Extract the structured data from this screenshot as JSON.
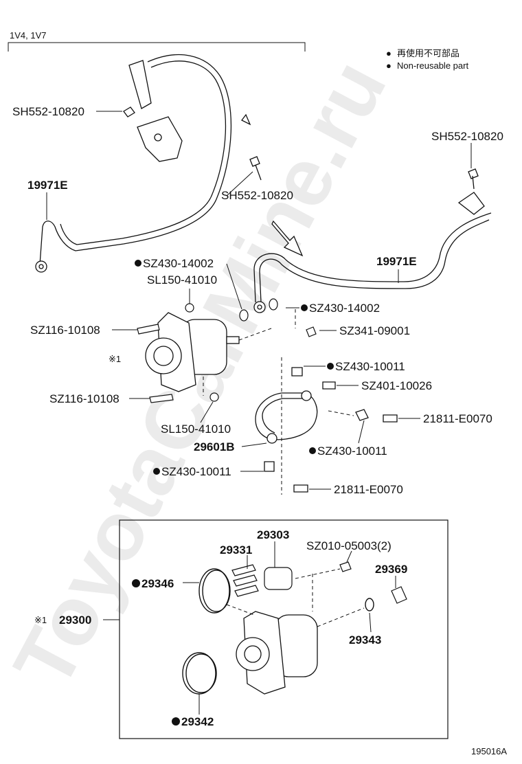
{
  "watermark": "ToyotaCarMine.ru",
  "header": {
    "engine_codes": "1V4, 1V7"
  },
  "legend": {
    "jp": "再使用不可部品",
    "en": "Non-reusable part",
    "bullet": "●"
  },
  "diagram_id": "195016A",
  "note_marks": {
    "ref1": "※1",
    "ref1b": "※1"
  },
  "labels": {
    "l_sh552_top": "SH552-10820",
    "l_sh552_mid": "SH552-10820",
    "l_sh552_right": "SH552-10820",
    "l_19971e_left": "19971E",
    "l_19971e_right": "19971E",
    "l_sz430_14002_a": "SZ430-14002",
    "l_sl150_a": "SL150-41010",
    "l_sz430_14002_b": "SZ430-14002",
    "l_sz116_a": "SZ116-10108",
    "l_sz341": "SZ341-09001",
    "l_sz430_10011_a": "SZ430-10011",
    "l_sz401": "SZ401-10026",
    "l_sz116_b": "SZ116-10108",
    "l_21811_a": "21811-E0070",
    "l_sl150_b": "SL150-41010",
    "l_29601b": "29601B",
    "l_sz430_10011_b": "SZ430-10011",
    "l_sz430_10011_c": "SZ430-10011",
    "l_21811_b": "21811-E0070",
    "l_29303": "29303",
    "l_sz010": "SZ010-05003(2)",
    "l_29331": "29331",
    "l_29369": "29369",
    "l_29346": "29346",
    "l_29300": "29300",
    "l_29343": "29343",
    "l_29342": "29342"
  },
  "colors": {
    "line": "#111111",
    "watermark": "#dcdcdc",
    "background": "#ffffff"
  }
}
